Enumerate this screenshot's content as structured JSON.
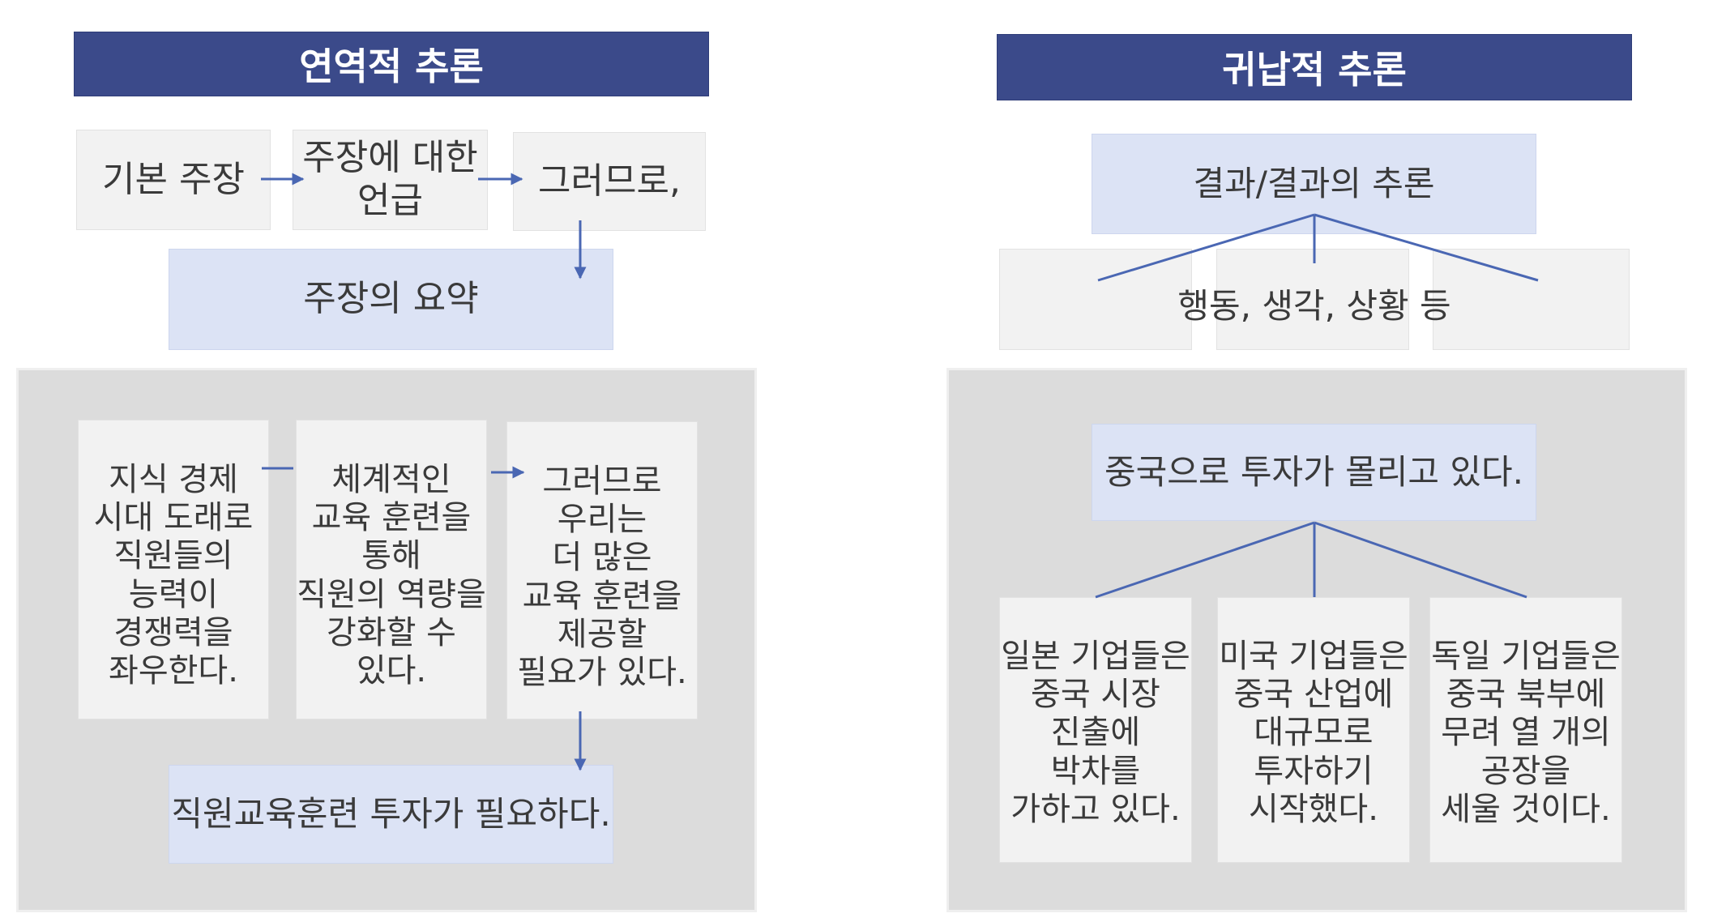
{
  "deductive": {
    "title": "연역적 추론",
    "steps": [
      "기본 주장",
      "주장에 대한\n언급",
      "그러므로,"
    ],
    "summary": "주장의 요약",
    "example": {
      "steps": [
        "지식 경제\n시대 도래로\n직원들의\n능력이\n경쟁력을\n좌우한다.",
        "체계적인\n교육 훈련을\n통해\n직원의 역량을\n강화할 수\n있다.",
        "그러므로\n우리는\n더 많은\n교육 훈련을\n제공할\n필요가 있다."
      ],
      "conclusion": "직원교육훈련 투자가 필요하다."
    }
  },
  "inductive": {
    "title": "귀납적 추론",
    "result": "결과/결과의 추론",
    "evidence": "행동, 생각, 상황 등",
    "example": {
      "result": "중국으로 투자가 몰리고 있다.",
      "evidence": [
        "일본 기업들은\n중국 시장\n진출에\n박차를\n가하고 있다.",
        "미국 기업들은\n중국 산업에\n대규모로\n투자하기\n시작했다.",
        "독일 기업들은\n중국 북부에\n무려 열 개의\n공장을\n세울 것이다."
      ]
    }
  },
  "colors": {
    "header": "#3b4a8a",
    "arrow": "#4a67b3",
    "light_box": "#f2f2f2",
    "blue_box": "#dce3f5",
    "panel": "#dcdcdc"
  }
}
